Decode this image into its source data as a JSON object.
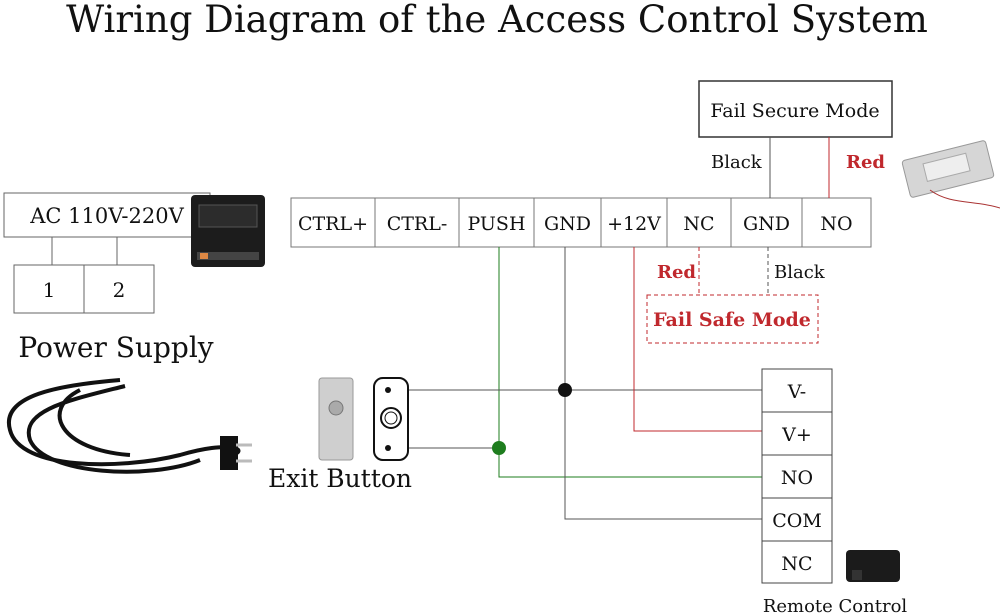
{
  "title": "Wiring Diagram of the Access Control System",
  "power_input": {
    "label": "AC 110V-220V",
    "terminals": [
      "1",
      "2"
    ],
    "caption": "Power Supply"
  },
  "controller_terminals": [
    "CTRL+",
    "CTRL-",
    "PUSH",
    "GND",
    "+12V",
    "NC",
    "GND",
    "NO"
  ],
  "fail_secure": {
    "label": "Fail Secure Mode",
    "wire_black": "Black",
    "wire_red": "Red"
  },
  "fail_safe": {
    "label": "Fail Safe Mode",
    "wire_red": "Red",
    "wire_black": "Black"
  },
  "exit_button": {
    "caption": "Exit Button"
  },
  "remote": {
    "terminals": [
      "V-",
      "V+",
      "NO",
      "COM",
      "NC"
    ],
    "caption": "Remote Control"
  },
  "colors": {
    "red": "#c0282d",
    "green": "#1e7d1e",
    "wire": "#555555"
  }
}
